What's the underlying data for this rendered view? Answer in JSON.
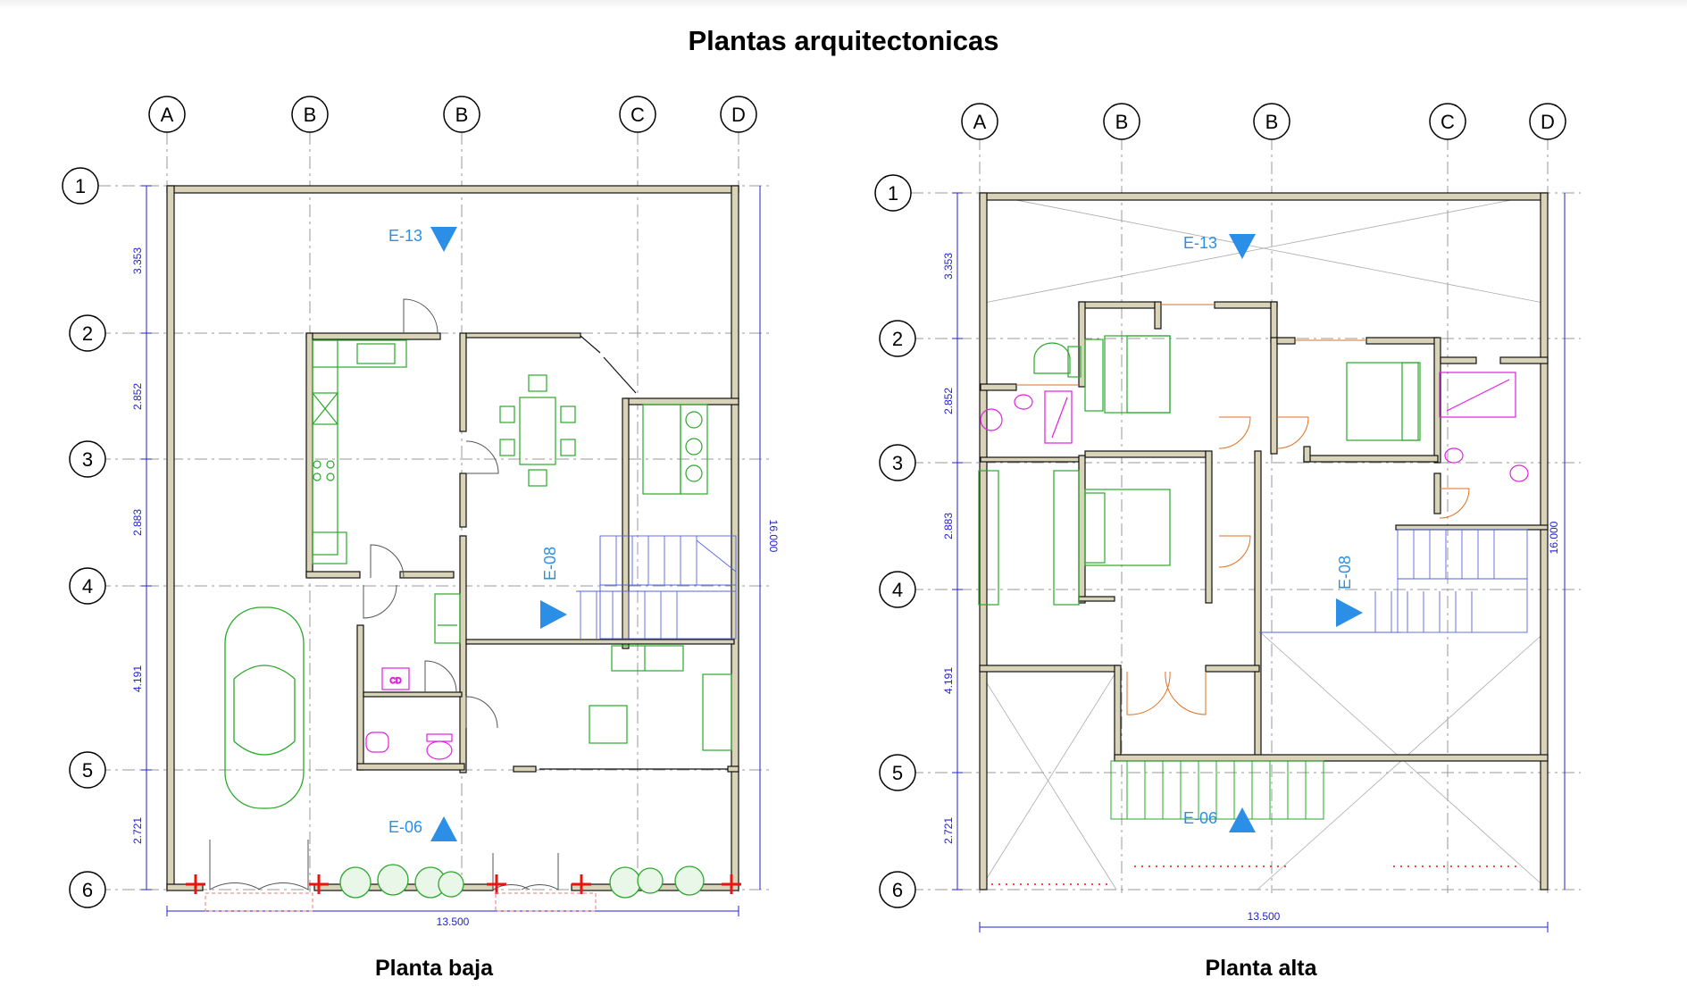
{
  "title": "Plantas arquitectonicas",
  "plans": [
    {
      "id": "baja",
      "caption": "Planta baja",
      "grid_columns": [
        "A",
        "B",
        "B",
        "C",
        "D"
      ],
      "grid_rows": [
        "1",
        "2",
        "3",
        "4",
        "5",
        "6"
      ],
      "row_dimensions": [
        "3.353",
        "2.852",
        "2.883",
        "4.191",
        "2.721"
      ],
      "total_width": "13.500",
      "total_depth": "16.000",
      "sections": [
        "E-13",
        "E-08",
        "E-06"
      ],
      "fixture_label": "CD"
    },
    {
      "id": "alta",
      "caption": "Planta alta",
      "grid_columns": [
        "A",
        "B",
        "B",
        "C",
        "D"
      ],
      "grid_rows": [
        "1",
        "2",
        "3",
        "4",
        "5",
        "6"
      ],
      "row_dimensions": [
        "3.353",
        "2.852",
        "2.883",
        "4.191",
        "2.721"
      ],
      "total_width": "13.500",
      "total_depth": "16.000",
      "sections": [
        "E-13",
        "E-08",
        "E-06"
      ]
    }
  ],
  "colors": {
    "wall_fill": "#d9d4b8",
    "wall_stroke": "#111111",
    "furniture": "#2aa82a",
    "section_marker": "#2b8fe8",
    "dimension": "#2222cc",
    "door": "#e07020",
    "sanitary": "#e020e0",
    "stair": "#5566dd",
    "column": "#ee1111"
  }
}
